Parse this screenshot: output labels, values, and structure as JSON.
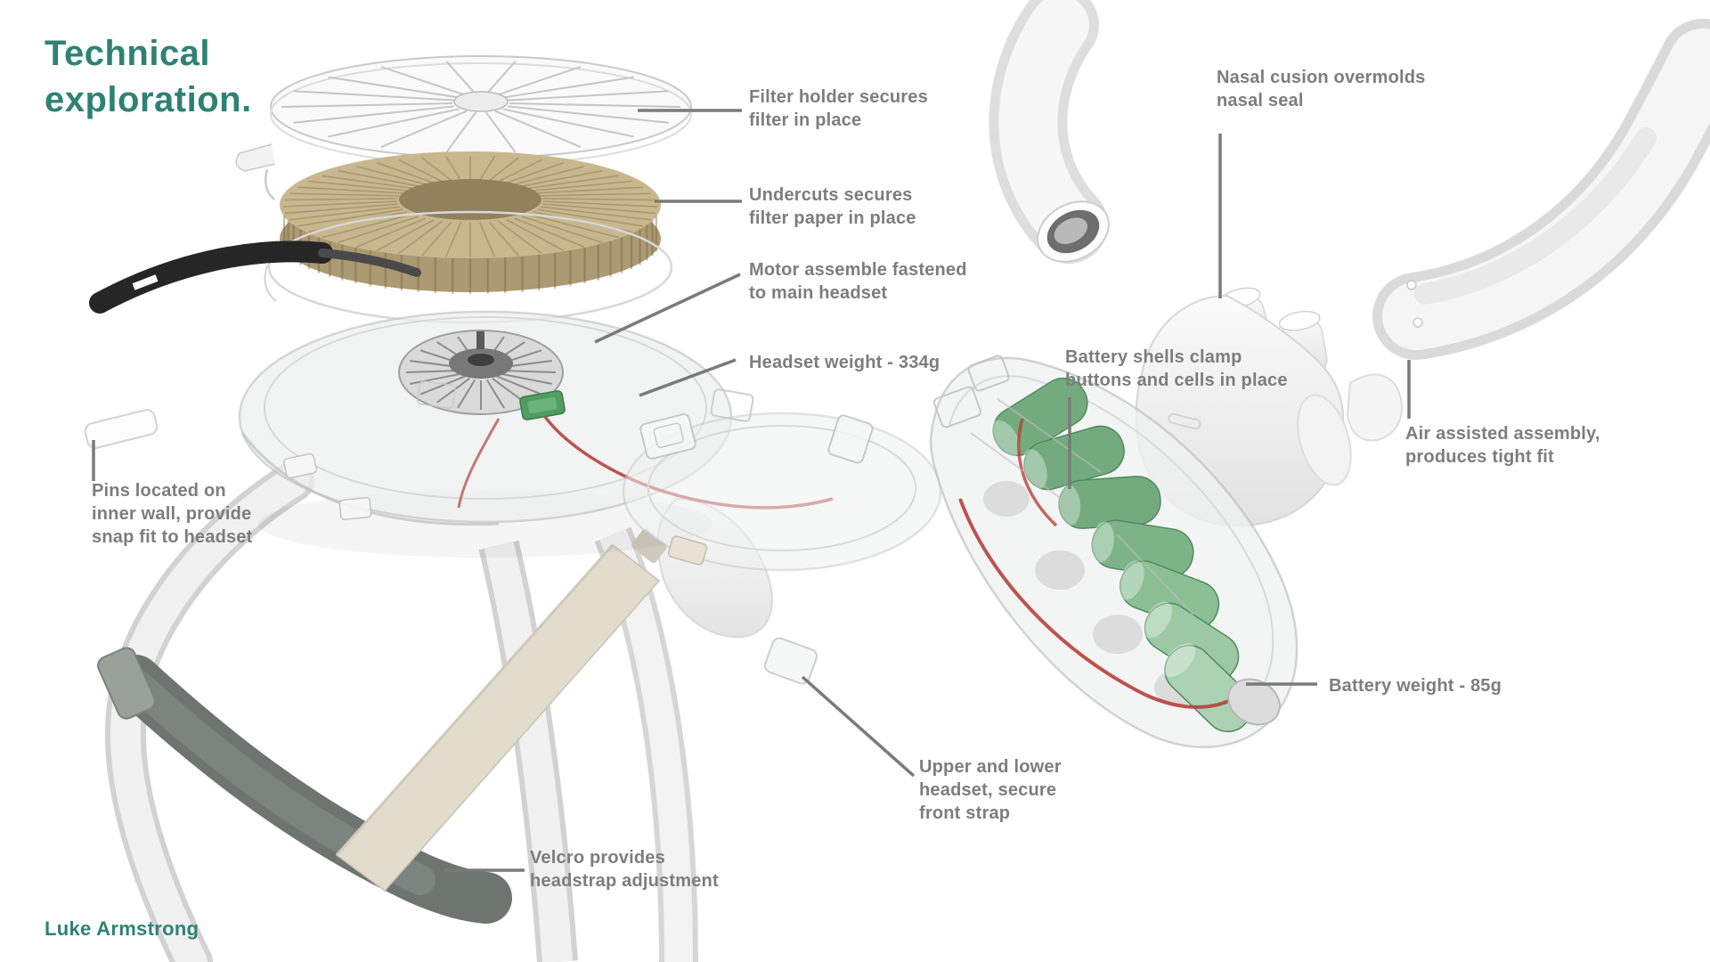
{
  "page": {
    "title": "Technical\nexploration.",
    "author": "Luke Armstrong",
    "colors": {
      "accent": "#2e8274",
      "label": "#7d7d7d",
      "leader": "#7a7a7a",
      "filter_tan": "#c9b78e",
      "battery_green": "#74ab7e",
      "wire_red": "#b5413c"
    }
  },
  "annotations": [
    {
      "id": "filter-holder",
      "text": "Filter holder secures\nfilter in place"
    },
    {
      "id": "undercuts",
      "text": "Undercuts secures\nfilter paper in place"
    },
    {
      "id": "motor-assembly",
      "text": "Motor assemble fastened\nto main headset"
    },
    {
      "id": "headset-weight",
      "text": "Headset weight - 334g"
    },
    {
      "id": "nasal-cushion",
      "text": "Nasal cusion overmolds\nnasal seal"
    },
    {
      "id": "battery-shells",
      "text": "Battery shells clamp\nbuttons and cells in place"
    },
    {
      "id": "air-assisted",
      "text": "Air assisted assembly,\nproduces tight fit"
    },
    {
      "id": "pins",
      "text": "Pins located on\ninner wall, provide\nsnap fit to headset"
    },
    {
      "id": "battery-weight",
      "text": "Battery weight - 85g"
    },
    {
      "id": "upper-lower-headset",
      "text": "Upper and lower\nheadset, secure\nfront strap"
    },
    {
      "id": "velcro",
      "text": "Velcro provides\nheadstrap adjustment"
    }
  ]
}
